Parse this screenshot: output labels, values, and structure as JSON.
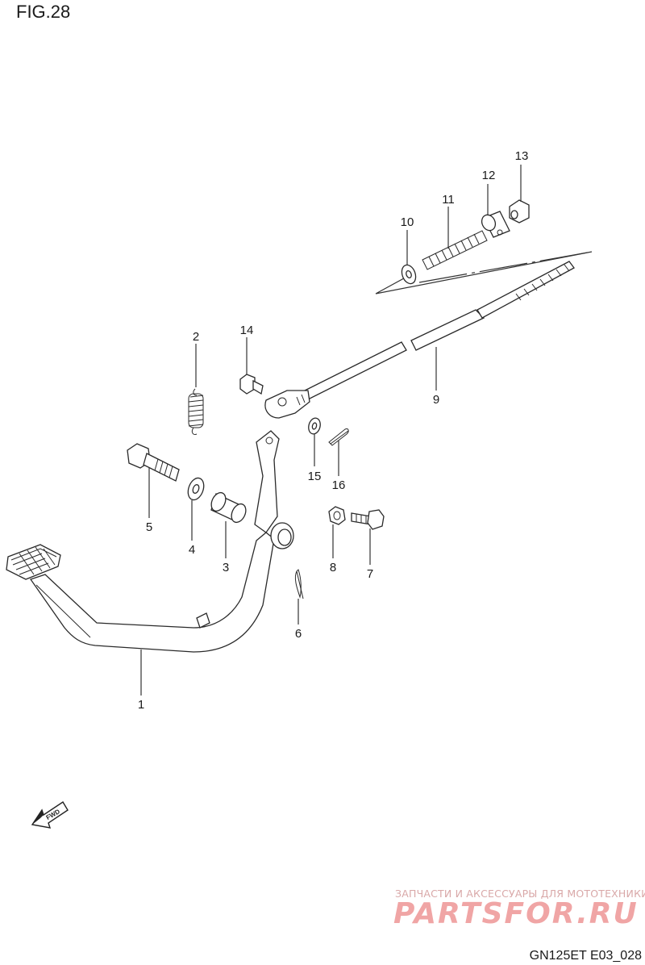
{
  "header": {
    "figure_label": "FIG.28"
  },
  "footer": {
    "model_code": "GN125ET E03_028"
  },
  "watermark": {
    "tagline": "ЗАПЧАСТИ И АКСЕССУАРЫ ДЛЯ МОТОТЕХНИКИ",
    "logo": "PARTSFOR.RU"
  },
  "direction_marker": {
    "label": "FWD",
    "icon": "forward-arrow-icon"
  },
  "parts": [
    {
      "num": "1"
    },
    {
      "num": "2"
    },
    {
      "num": "3"
    },
    {
      "num": "4"
    },
    {
      "num": "5"
    },
    {
      "num": "6"
    },
    {
      "num": "7"
    },
    {
      "num": "8"
    },
    {
      "num": "9"
    },
    {
      "num": "10"
    },
    {
      "num": "11"
    },
    {
      "num": "12"
    },
    {
      "num": "13"
    },
    {
      "num": "14"
    },
    {
      "num": "15"
    },
    {
      "num": "16"
    }
  ]
}
